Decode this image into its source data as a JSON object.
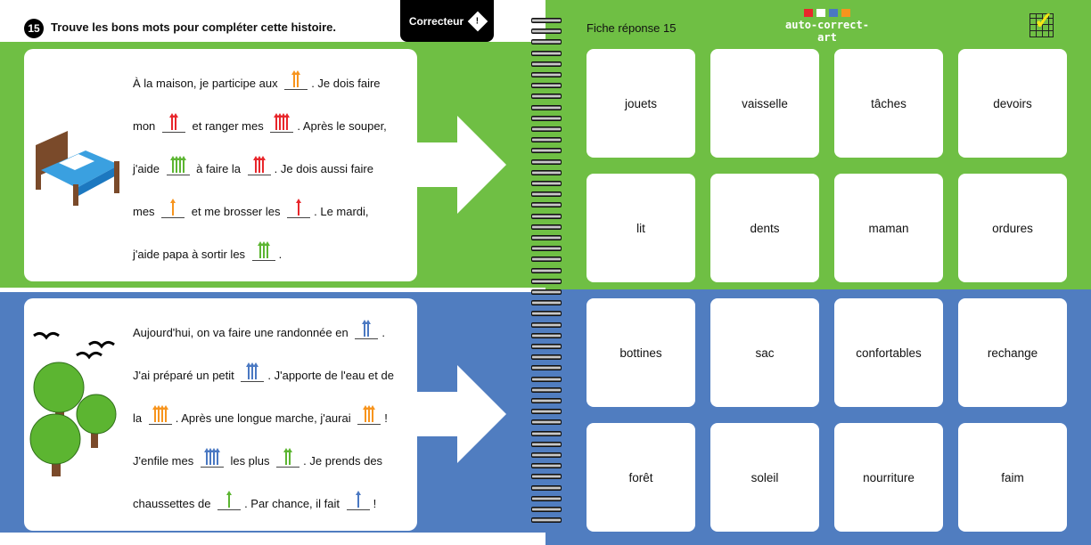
{
  "header": {
    "number": "15",
    "instruction": "Trouve les bons mots pour compléter cette histoire.",
    "correcteur_label": "Correcteur",
    "correcteur_icon": "!",
    "fiche_label": "Fiche réponse 15",
    "brand": "auto-correct-art"
  },
  "colors": {
    "green": "#6fbf44",
    "blue": "#507dc0",
    "red": "#e8262b",
    "orange": "#f7941d",
    "greenArrow": "#5cb531",
    "blueArrow": "#4a78c2"
  },
  "stories": [
    {
      "lines": [
        [
          {
            "t": "À la maison, je participe aux "
          },
          {
            "n": 2,
            "c": "orange"
          },
          {
            "t": ". Je dois faire"
          }
        ],
        [
          {
            "t": "mon "
          },
          {
            "n": 2,
            "c": "red"
          },
          {
            "t": " et ranger mes "
          },
          {
            "n": 4,
            "c": "red"
          },
          {
            "t": ". Après le souper,"
          }
        ],
        [
          {
            "t": "j'aide "
          },
          {
            "n": 4,
            "c": "greenArrow"
          },
          {
            "t": " à faire la "
          },
          {
            "n": 3,
            "c": "red"
          },
          {
            "t": ". Je dois aussi faire"
          }
        ],
        [
          {
            "t": "mes "
          },
          {
            "n": 1,
            "c": "orange"
          },
          {
            "t": " et me brosser les "
          },
          {
            "n": 1,
            "c": "red"
          },
          {
            "t": ". Le mardi,"
          }
        ],
        [
          {
            "t": "j'aide papa à sortir les "
          },
          {
            "n": 3,
            "c": "greenArrow"
          },
          {
            "t": "."
          }
        ]
      ]
    },
    {
      "lines": [
        [
          {
            "t": "Aujourd'hui, on va faire une randonnée en "
          },
          {
            "n": 2,
            "c": "blueArrow"
          },
          {
            "t": "."
          }
        ],
        [
          {
            "t": "J'ai préparé un petit "
          },
          {
            "n": 3,
            "c": "blueArrow"
          },
          {
            "t": ". J'apporte de l'eau et de"
          }
        ],
        [
          {
            "t": "la "
          },
          {
            "n": 4,
            "c": "orange"
          },
          {
            "t": ". Après une longue marche, j'aurai "
          },
          {
            "n": 3,
            "c": "orange"
          },
          {
            "t": "!"
          }
        ],
        [
          {
            "t": "J'enfile mes "
          },
          {
            "n": 4,
            "c": "blueArrow"
          },
          {
            "t": " les plus "
          },
          {
            "n": 2,
            "c": "greenArrow"
          },
          {
            "t": ". Je prends des"
          }
        ],
        [
          {
            "t": "chaussettes de "
          },
          {
            "n": 1,
            "c": "greenArrow"
          },
          {
            "t": ". Par chance, il fait "
          },
          {
            "n": 1,
            "c": "blueArrow"
          },
          {
            "t": "!"
          }
        ]
      ]
    }
  ],
  "answers": {
    "top": [
      "jouets",
      "vaisselle",
      "tâches",
      "devoirs",
      "lit",
      "dents",
      "maman",
      "ordures"
    ],
    "bottom": [
      "bottines",
      "sac",
      "confortables",
      "rechange",
      "forêt",
      "soleil",
      "nourriture",
      "faim"
    ]
  }
}
